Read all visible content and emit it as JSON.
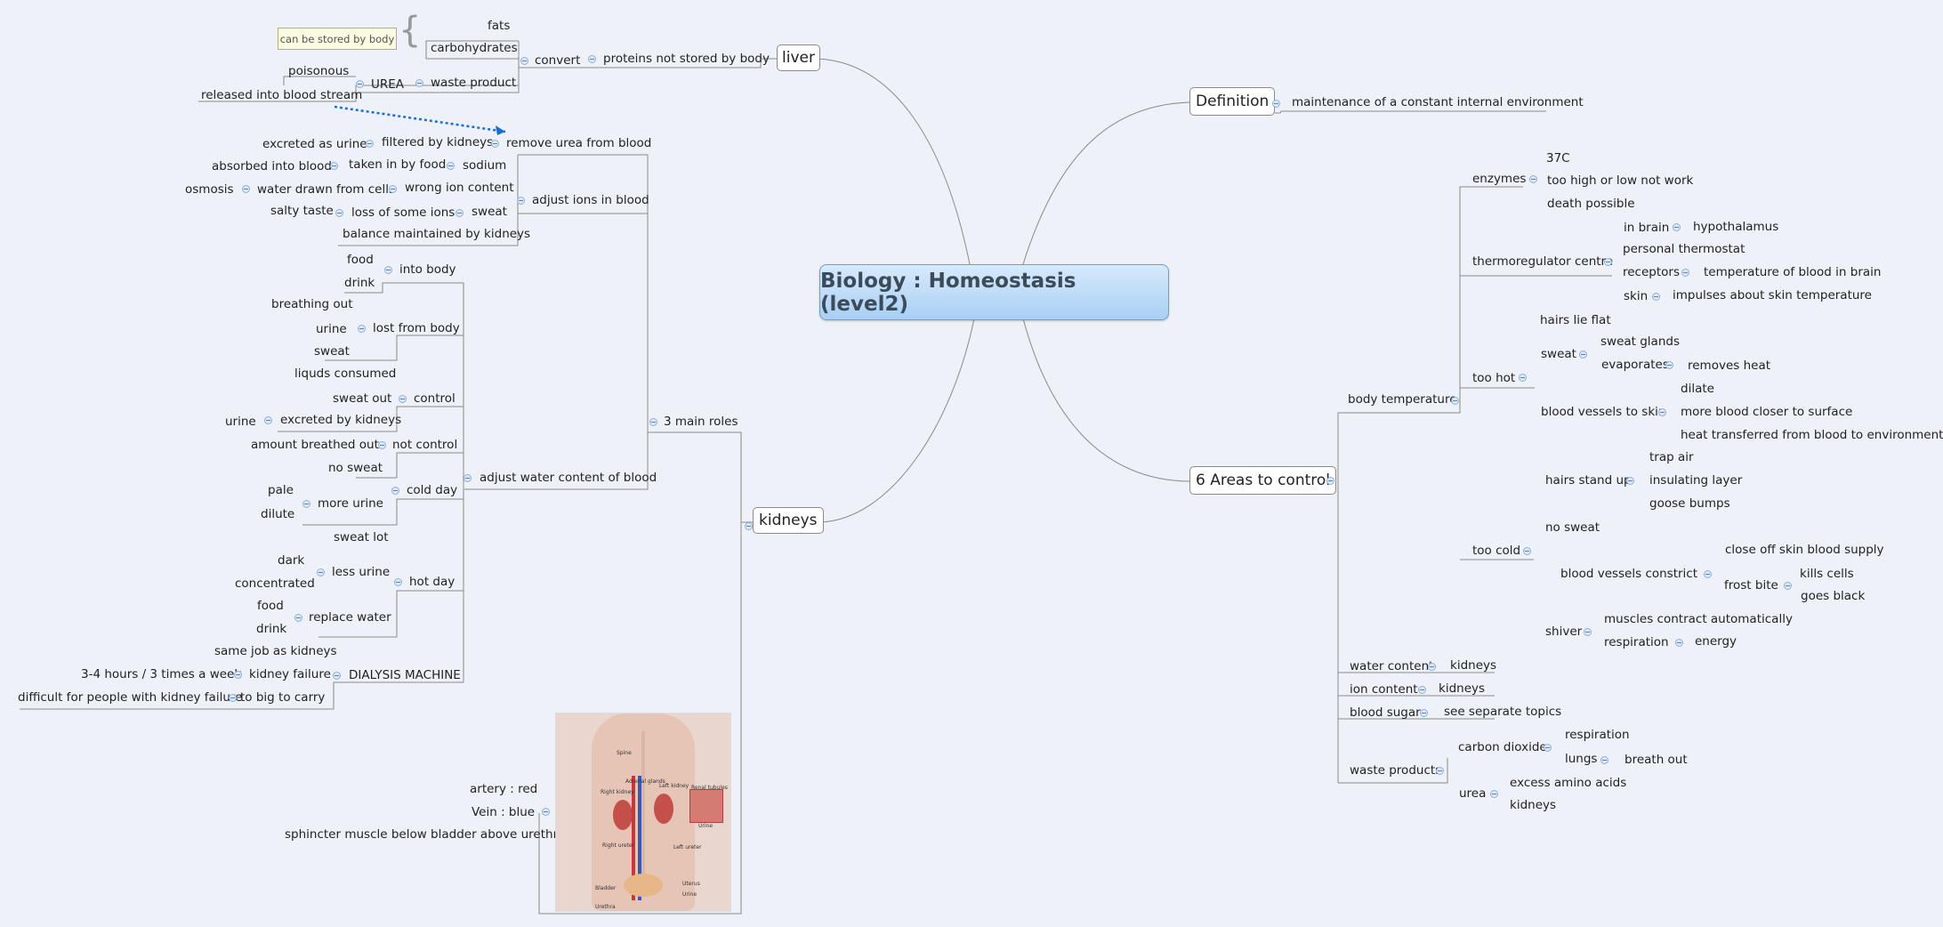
{
  "central": "Biology : Homeostasis (level2)",
  "topics": {
    "liver": "liver",
    "kidneys": "kidneys",
    "definition": "Definition",
    "six_areas": "6 Areas to control"
  },
  "callout": "can be stored by body",
  "liver": {
    "proteins": "proteins not stored by body",
    "convert": "convert",
    "fats": "fats",
    "carbs": "carbohydrates",
    "waste": "waste product",
    "urea": "UREA",
    "poisonous": "poisonous",
    "released": "released into blood stream"
  },
  "definition_text": "maintenance of a constant internal environment",
  "kidneys": {
    "three_roles": "3 main roles",
    "remove_urea": "remove urea from blood",
    "filtered": "filtered by kidneys",
    "excreted_urine": "excreted as urine",
    "adjust_ions": "adjust ions in blood",
    "sodium": "sodium",
    "taken_food": "taken in by food",
    "absorbed": "absorbed into blood",
    "wrong_ion": "wrong ion content",
    "water_drawn": "water drawn from cells",
    "osmosis": "osmosis",
    "sweat": "sweat",
    "loss_ions": "loss of some ions",
    "salty": "salty taste",
    "balance": "balance maintained by kidneys",
    "adjust_water": "adjust water content of blood",
    "into_body": "into body",
    "food": "food",
    "drink": "drink",
    "lost_body": "lost from body",
    "breathing_out": "breathing out",
    "urine": "urine",
    "control": "control",
    "liquids": "liquds consumed",
    "sweat_out": "sweat out",
    "excreted_kidneys": "excreted by kidneys",
    "not_control": "not control",
    "amount_breathed": "amount breathed out",
    "cold_day": "cold day",
    "no_sweat": "no sweat",
    "more_urine": "more urine",
    "pale": "pale",
    "dilute": "dilute",
    "hot_day": "hot day",
    "sweat_lot": "sweat lot",
    "less_urine": "less urine",
    "dark": "dark",
    "concentrated": "concentrated",
    "replace_water": "replace water",
    "dialysis": "DIALYSIS MACHINE",
    "same_job": "same job as kidneys",
    "kidney_failure": "kidney failure",
    "hours": "3-4 hours / 3 times a week",
    "to_big": "to big to carry",
    "difficult": "difficult for people with kidney failure",
    "artery": "artery : red",
    "vein": "Vein : blue",
    "sphincter": "sphincter muscle below bladder above urethra"
  },
  "image_labels": {
    "spine": "Spine",
    "adrenal": "Adrenal glands",
    "left_kidney": "Left kidney",
    "right_kidney": "Right kidney",
    "renal": "Renal tubules",
    "urine": "Urine",
    "right_ureter": "Right ureter",
    "left_ureter": "Left ureter",
    "bladder": "Bladder",
    "uterus": "Uterus",
    "urine2": "Urine",
    "urethra": "Urethra"
  },
  "six": {
    "body_temp": "body temperature",
    "enzymes": "enzymes",
    "c37": "37C",
    "too_high": "too high or low not work",
    "death": "death possible",
    "thermo": "thermoregulator centre",
    "in_brain": "in brain",
    "hypothalamus": "hypothalamus",
    "personal": "personal thermostat",
    "receptors": "receptors",
    "temp_blood": "temperature of blood in brain",
    "skin": "skin",
    "impulses": "impulses about skin temperature",
    "too_hot": "too hot",
    "hairs_flat": "hairs lie flat",
    "sweat": "sweat",
    "sweat_glands": "sweat glands",
    "evaporates": "evaporates",
    "removes_heat": "removes heat",
    "blood_vessels_skin": "blood vessels to skin",
    "dilate": "dilate",
    "more_blood": "more blood closer to surface",
    "heat_transferred": "heat transferred from blood to environment",
    "too_cold": "too cold",
    "hairs_up": "hairs stand up",
    "trap_air": "trap air",
    "insulating": "insulating layer",
    "goose": "goose bumps",
    "no_sweat": "no sweat",
    "constrict": "blood vessels constrict",
    "close_off": "close off skin blood supply",
    "frost_bite": "frost bite",
    "kills_cells": "kills cells",
    "goes_black": "goes black",
    "shiver": "shiver",
    "muscles": "muscles contract automatically",
    "respiration": "respiration",
    "energy": "energy",
    "water_content": "water content",
    "kidneys1": "kidneys",
    "ion_content": "ion content",
    "kidneys2": "kidneys",
    "blood_sugar": "blood sugar",
    "see_separate": "see separate topics",
    "waste_products": "waste products",
    "co2": "carbon dioxide",
    "respiration2": "respiration",
    "lungs": "lungs",
    "breath_out": "breath out",
    "urea": "urea",
    "excess": "excess amino acids",
    "kidneys3": "kidneys"
  },
  "colors": {
    "central_fill": "#a8cff5",
    "line": "#8a8a8a",
    "relationship": "#1a6fd0",
    "background": "#eef1f8"
  }
}
